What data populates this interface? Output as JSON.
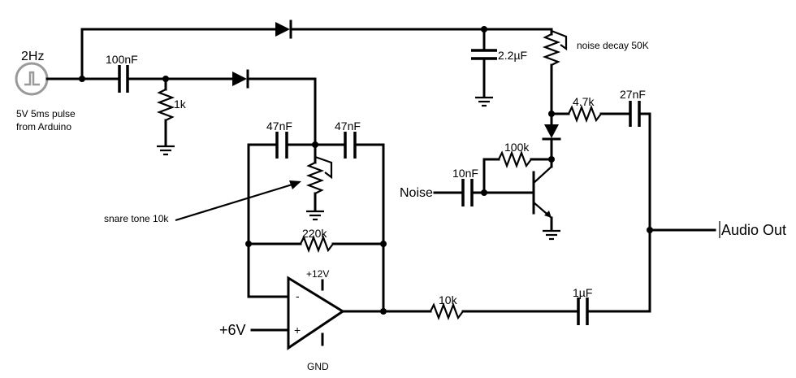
{
  "labels": {
    "clock_freq": "2Hz",
    "clock_desc_line1": "5V 5ms pulse",
    "clock_desc_line2": "from Arduino",
    "cap_input": "100nF",
    "res_1k": "1k",
    "cap_47n_left": "47nF",
    "cap_47n_right": "47nF",
    "pot_snare": "snare tone 10k",
    "res_220k": "220k",
    "opamp_plus_rail": "+12V",
    "opamp_gnd": "GND",
    "opamp_minus": "-",
    "opamp_plus": "+",
    "bias_input": "+6V",
    "res_10k": "10k",
    "cap_1u": "1µF",
    "output": "Audio Out",
    "cap_2_2u": "2.2µF",
    "pot_noise": "noise decay 50K",
    "res_4_7k": "4.7k",
    "cap_27n": "27nF",
    "res_100k": "100k",
    "cap_10n": "10nF",
    "noise_input": "Noise"
  }
}
